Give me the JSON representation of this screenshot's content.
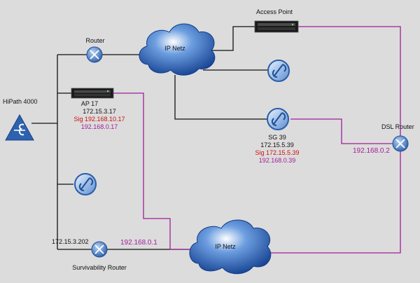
{
  "nodes": {
    "hipath": {
      "label": "HiPath 4000"
    },
    "router": {
      "label": "Router"
    },
    "ipnetz_top": {
      "label": "IP Netz"
    },
    "access_point": {
      "label": "Access Point"
    },
    "ap17": {
      "label": "AP 17",
      "ip": "172.15.3.17",
      "sig": "Sig 192.168.10.17",
      "ip2": "192.168.0.17"
    },
    "sg39": {
      "label": "SG 39",
      "ip": "172.15.5.39",
      "sig": "Sig 172.15.5.39",
      "ip2": "192.168.0.39"
    },
    "dsl_router": {
      "label": "DSL Router",
      "ip": "192.168.0.2"
    },
    "surv_router": {
      "label": "Survivability Router",
      "ip": "172.15.3.202",
      "ip2": "192.168.0.1"
    },
    "ipnetz_bottom": {
      "label": "IP Netz"
    }
  },
  "colors": {
    "background": "#dcdcdc",
    "link_black": "#111111",
    "link_magenta": "#a01e9a",
    "signal_red": "#cc1111",
    "cloud_blue": "#1f5fb8",
    "router_blue": "#3b78c9"
  }
}
